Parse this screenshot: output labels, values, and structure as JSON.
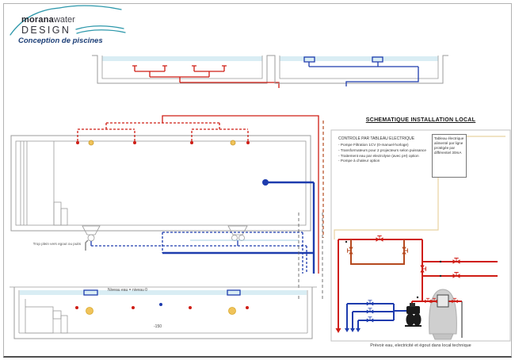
{
  "logo": {
    "brand_bold": "morana",
    "brand_regular": "water",
    "brand_line2": "DESIGN",
    "tagline": "Conception de piscines"
  },
  "plan": {
    "overflow_label": "Trop plein vers egout ou puits"
  },
  "section_view": {
    "water_level_label": "Niveau eau = niveau 0",
    "depth_label": "-150"
  },
  "local_panel": {
    "title": "SCHEMATIQUE INSTALLATION LOCAL",
    "control_block": {
      "title": "CONTROLE PAR TABLEAU ELECTRIQUE",
      "items": [
        "- Pompe Filtration 1CV (0-manuel-horloge)",
        "- Transformateurs pour 2 projecteurs selon puissance",
        "- Traitement eau  par electrolyse (avec pH) option",
        "- Pompe à chaleur  option"
      ]
    },
    "tableau_note": "Tableau électrique alimenté par ligne protégée par différentiel 30mA",
    "footer_note": "Prévoir eau, electricité et égout dans local technique"
  },
  "colors": {
    "red_pipe": "#cf1d15",
    "dark_red_pipe": "#b5491f",
    "blue_pipe": "#1e3cae",
    "water_blue": "#d9edf4",
    "wall_gray": "#9b9b9b",
    "yellow_line": "#e8d2a0",
    "light_yellow": "#f0c35a",
    "wave_teal": "#2e98ab",
    "tagline_blue": "#1d3f77",
    "filter_gray": "#cfcfcf",
    "pump_black": "#1b1b1b"
  }
}
